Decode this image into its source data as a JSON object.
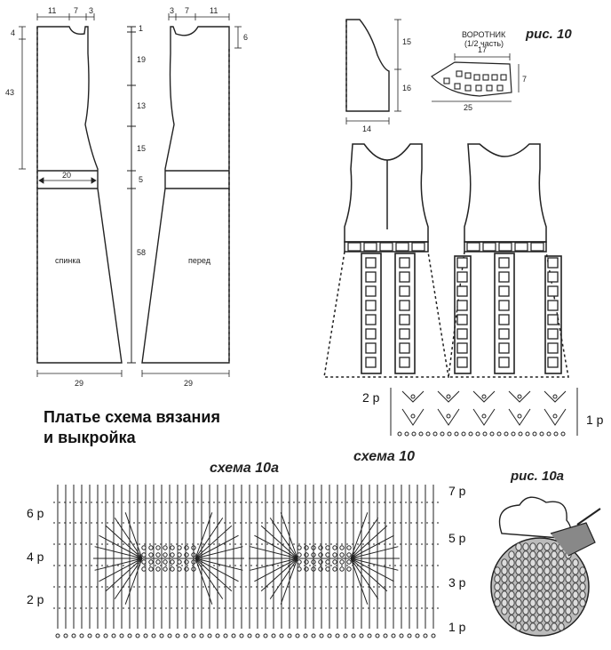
{
  "title_lines": [
    "Платье схема вязания",
    "и выкройка"
  ],
  "figure_labels": {
    "fig10": "рис. 10",
    "fig10a": "рис. 10а",
    "scheme10": "схема 10",
    "scheme10a": "схема 10а"
  },
  "collar": {
    "title": "ВОРОТНИК",
    "subtitle": "(1/2 часть)",
    "dims": [
      "17",
      "7",
      "25"
    ]
  },
  "sleeve_dims": [
    "15",
    "16",
    "14"
  ],
  "back_pattern": {
    "name": "спинка",
    "top_dims": [
      "11",
      "7",
      "3"
    ],
    "left_dims": [
      "4",
      "43"
    ],
    "waist_width": "20",
    "bottom_width": "29"
  },
  "front_pattern": {
    "name": "перед",
    "top_dims": [
      "3",
      "7",
      "11"
    ],
    "neck_drop": "6",
    "bottom_width": "29"
  },
  "center_dims": [
    "1",
    "19",
    "13",
    "15",
    "5",
    "58"
  ],
  "scheme10_rows": [
    "2 р",
    "1 р"
  ],
  "scheme10a_left_rows": [
    "6 р",
    "4 р",
    "2 р"
  ],
  "scheme10a_right_rows": [
    "7 р",
    "5 р",
    "3 р",
    "1 р"
  ]
}
